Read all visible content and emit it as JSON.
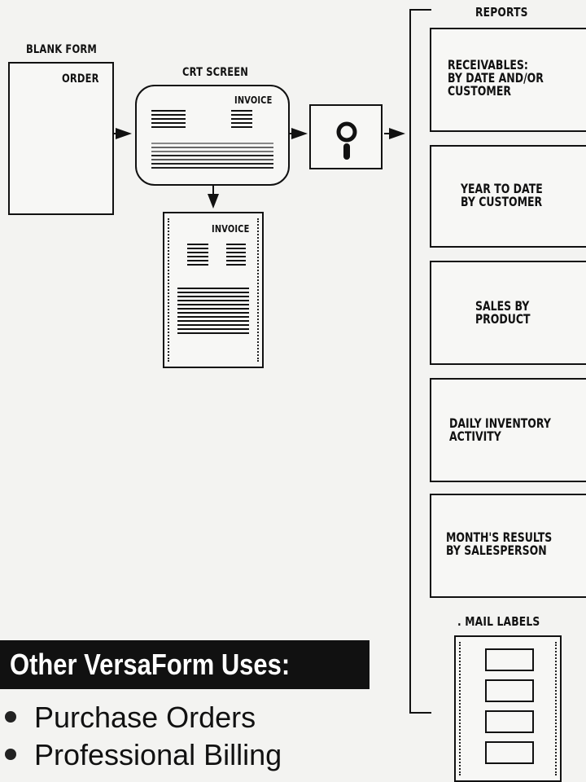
{
  "diagram": {
    "blank_form": {
      "title": "BLANK FORM",
      "label": "ORDER"
    },
    "crt_screen": {
      "title": "CRT SCREEN",
      "label": "INVOICE"
    },
    "printed_invoice": {
      "label": "INVOICE"
    },
    "reports": {
      "title": "REPORTS",
      "items": [
        {
          "text": "RECEIVABLES:\nBY DATE AND/OR\nCUSTOMER"
        },
        {
          "text": "YEAR TO DATE\nBY CUSTOMER"
        },
        {
          "text": "SALES BY\nPRODUCT"
        },
        {
          "text": "DAILY INVENTORY\nACTIVITY"
        },
        {
          "text": "MONTH'S RESULTS\nBY SALESPERSON"
        }
      ],
      "mail_labels": {
        "title": ". MAIL LABELS",
        "count": 4
      }
    }
  },
  "other_uses": {
    "heading": "Other VersaForm Uses:",
    "items": [
      "Purchase Orders",
      "Professional Billing"
    ]
  }
}
